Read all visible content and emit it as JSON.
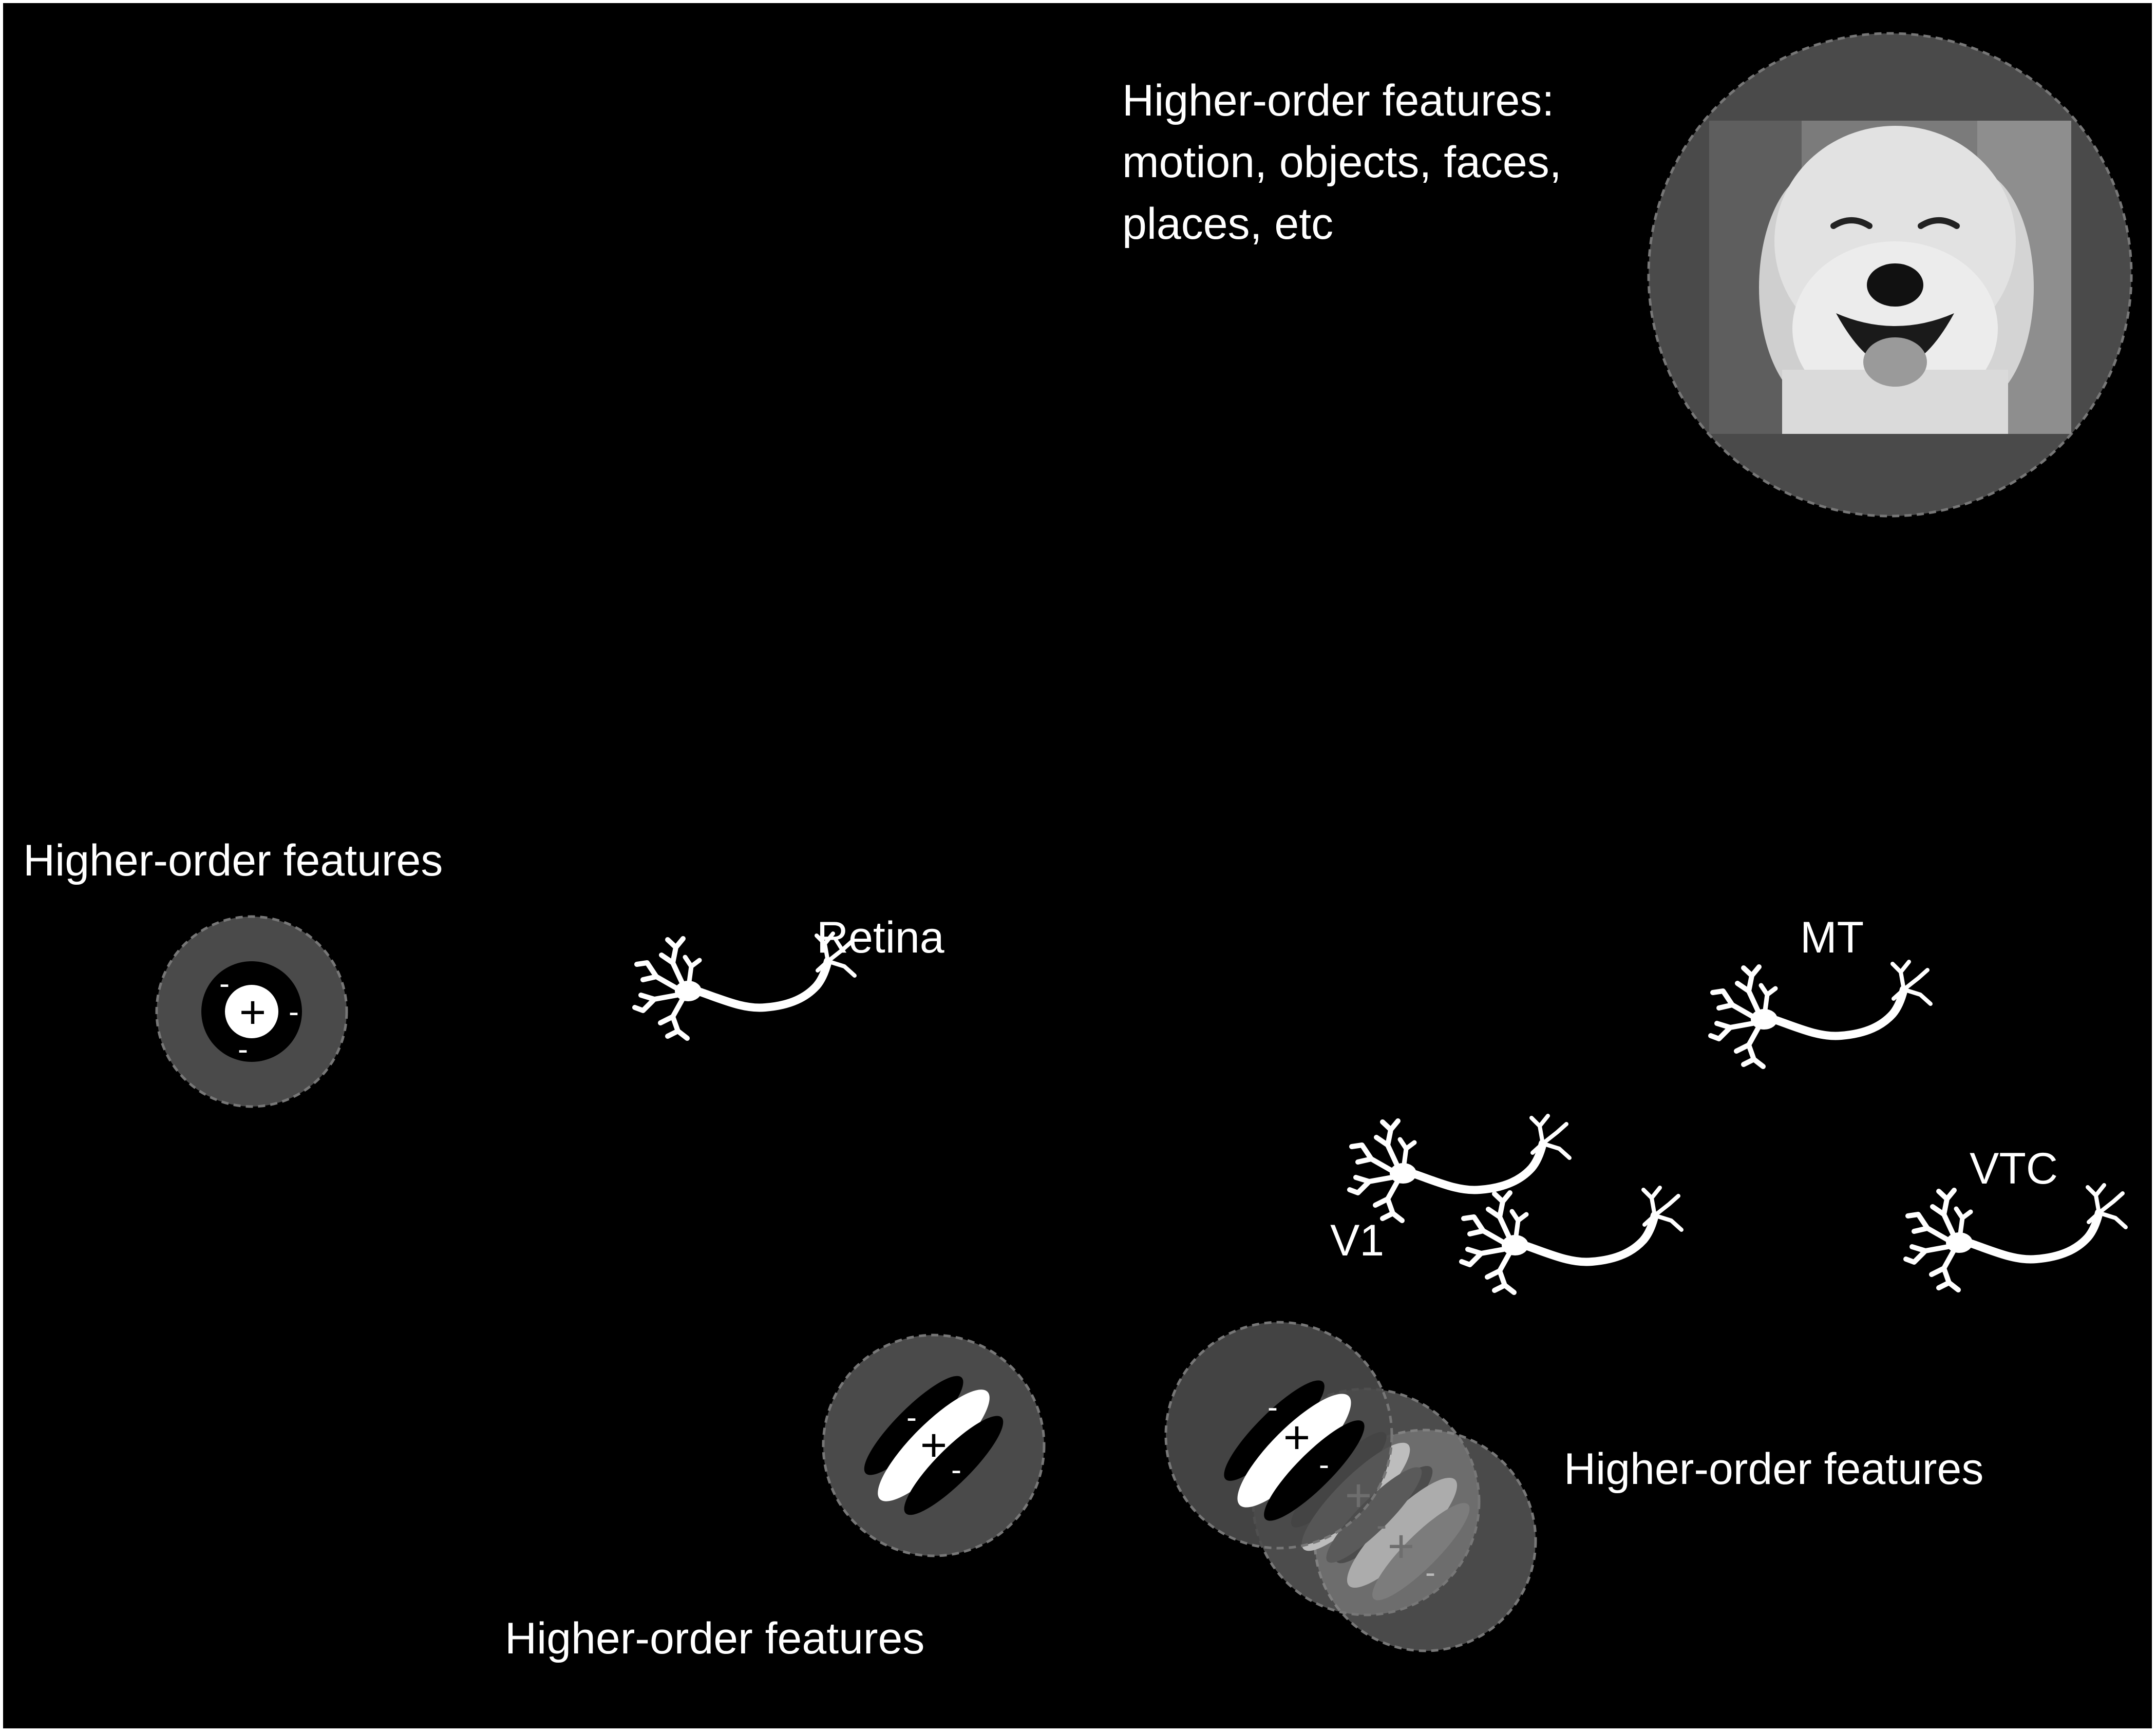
{
  "labels": {
    "top_right": [
      "Higher-order features:",
      "motion, objects, faces,",
      "places, etc"
    ],
    "left": "Higher-order features",
    "bottom_center": "Higher-order features",
    "bottom_right": "Higher-order features",
    "retina": "Retina",
    "mt": "MT",
    "v1": "V1",
    "vtc": "VTC"
  },
  "signs": {
    "plus": "+",
    "minus": "-"
  },
  "colors": {
    "background": "#000000",
    "receptive_field": "#4a4a4a",
    "on_region": "#ffffff",
    "off_region": "#000000"
  },
  "icons": {
    "neuron": "neuron-icon",
    "photo": "dog-face-photo"
  }
}
